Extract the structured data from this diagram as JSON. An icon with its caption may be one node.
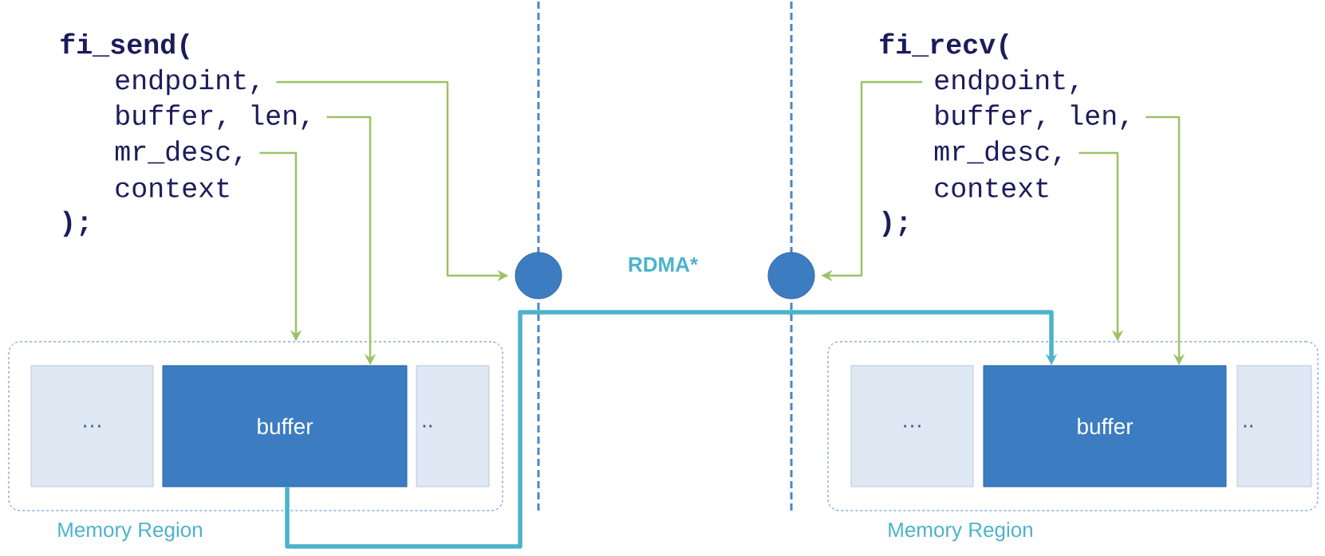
{
  "diagram": {
    "nodes": [
      {
        "text": [
          "endpoint,"
        ]
      },
      {
        "text": [
          "buffer, len,"
        ]
      },
      {
        "text": [
          "mr_desc,"
        ]
      },
      {
        "text": [],
        "shape": "circle"
      },
      {
        "text": [],
        "shape": "circle"
      },
      {
        "text": [
          "endpoint,"
        ]
      },
      {
        "text": [
          "buffer, len,"
        ]
      },
      {
        "text": [
          "mr_desc,"
        ]
      },
      {
        "text": [
          "Memory Region"
        ]
      },
      {
        "text": [
          "…"
        ],
        "in": 8
      },
      {
        "text": [
          "buffer"
        ],
        "in": 8
      },
      {
        "text": [
          ".."
        ],
        "in": 8
      },
      {
        "text": [
          "Memory Region"
        ]
      },
      {
        "text": [
          "…"
        ],
        "in": 12
      },
      {
        "text": [
          "buffer"
        ],
        "in": 12
      },
      {
        "text": [
          ".."
        ],
        "in": 12
      }
    ],
    "edges": [
      {
        "from": 0,
        "to": 3,
        "arrow": "to"
      },
      {
        "from": 1,
        "to": 10,
        "arrow": "to"
      },
      {
        "from": 2,
        "to": 8,
        "arrow": "to"
      },
      {
        "from": 5,
        "to": 4,
        "arrow": "to"
      },
      {
        "from": 6,
        "to": 14,
        "arrow": "to"
      },
      {
        "from": 7,
        "to": 12,
        "arrow": "to"
      },
      {
        "from": 10,
        "to": 14,
        "arrow": "to",
        "style": "thick",
        "color": "#4bb3cc"
      }
    ],
    "labels": [
      "fi_send(",
      "context",
      ");",
      "fi_recv(",
      "context",
      ");",
      "RDMA*"
    ]
  }
}
